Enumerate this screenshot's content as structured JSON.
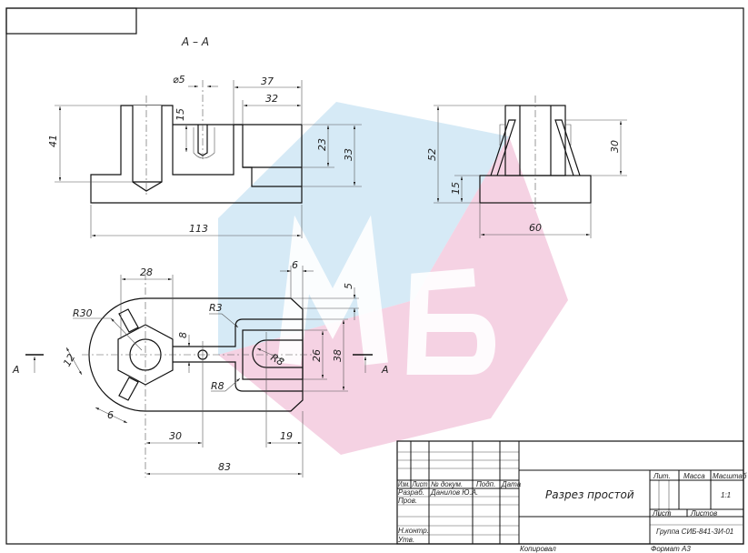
{
  "drawing": {
    "section_title": "А – А",
    "section_mark": "А",
    "front_dims": {
      "d41": "41",
      "d113": "113",
      "phi5": "⌀5",
      "d37": "37",
      "d32": "32",
      "d23": "23",
      "d33": "33",
      "d15": "15"
    },
    "side_dims": {
      "d52": "52",
      "d15": "15",
      "d30": "30",
      "d60": "60"
    },
    "top_dims": {
      "d28": "28",
      "r30": "R30",
      "d12": "12",
      "d6a": "6",
      "d8": "8",
      "r3": "R3",
      "r8a": "R8",
      "r8b": "R8",
      "d26": "26",
      "d38": "38",
      "d6b": "6",
      "d5": "5",
      "d30": "30",
      "d19": "19",
      "d83": "83"
    }
  },
  "watermark": {
    "text": "Мб",
    "colors": {
      "blue": "#cfe6f5",
      "pink": "#f1c3da"
    }
  },
  "title_block": {
    "headers": {
      "izm": "Изм.",
      "list": "Лист",
      "doc": "№ докум.",
      "podp": "Подп.",
      "data": "Дата"
    },
    "rows": {
      "razrab": "Разраб.",
      "razrab_name": "Данилов Ю.А.",
      "prov": "Пров.",
      "nkontr": "Н.контр.",
      "utv": "Утв."
    },
    "title": "Разрез простой",
    "lit": "Лит.",
    "massa": "Масса",
    "masshtab": "Масштаб",
    "scale_value": "1:1",
    "sheet": "Лист",
    "sheets": "Листов",
    "group": "Группа СИБ-841-ЗИ-01",
    "copied": "Копировал",
    "format": "Формат  А3"
  }
}
